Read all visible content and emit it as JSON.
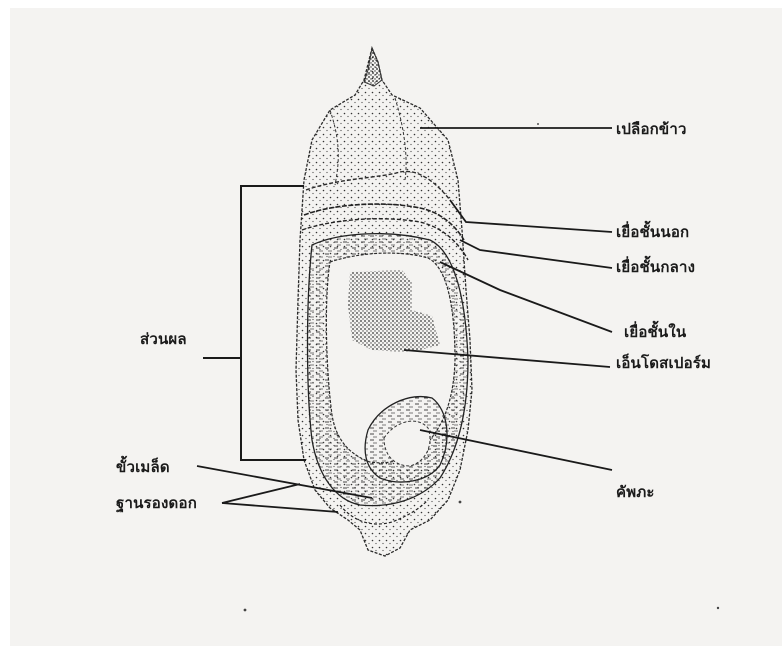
{
  "diagram": {
    "labels": {
      "husk": "เปลือกข้าว",
      "outer_membrane": "เยื่อชั้นนอก",
      "middle_membrane": "เยื่อชั้นกลาง",
      "inner_membrane": "เยื่อชั้นใน",
      "endosperm": "เอ็นโดสเปอร์ม",
      "embryo": "คัพภะ",
      "fruit_part": "ส่วนผล",
      "seed_stalk": "ขั้วเมล็ด",
      "flower_base": "ฐานรองดอก"
    }
  }
}
